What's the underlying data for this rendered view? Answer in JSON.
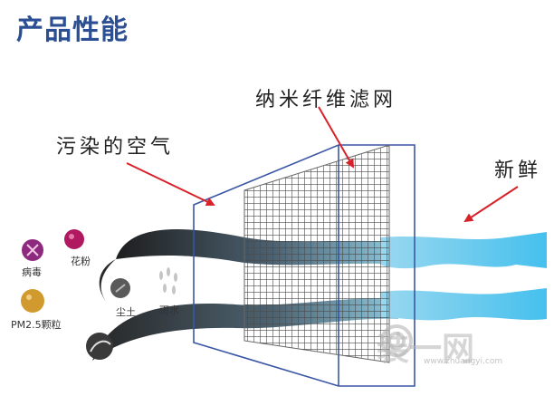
{
  "header": {
    "title": "产品性能"
  },
  "labels": {
    "filter": "纳米纤维滤网",
    "polluted_air": "污染的空气",
    "fresh": "新鲜"
  },
  "pollutants": [
    {
      "id": "virus",
      "label": "病毒",
      "color": "#8e2a7d"
    },
    {
      "id": "pollen",
      "label": "花粉",
      "color": "#b0185f"
    },
    {
      "id": "pm25",
      "label": "PM2.5颗粒",
      "color": "#d19a2f"
    },
    {
      "id": "dust",
      "label": "尘土",
      "color": "#555555"
    },
    {
      "id": "rain",
      "label": "雨水",
      "color": "#bdbdbd"
    }
  ],
  "colors": {
    "frame": "#3a56a6",
    "arrow": "#d8222a",
    "fresh_air": "#5ec8ee",
    "dirty_air": "#2b2b2b",
    "mesh": "#555555"
  },
  "watermark": {
    "text": "装一网",
    "url": "www.zhuangyi.com"
  }
}
